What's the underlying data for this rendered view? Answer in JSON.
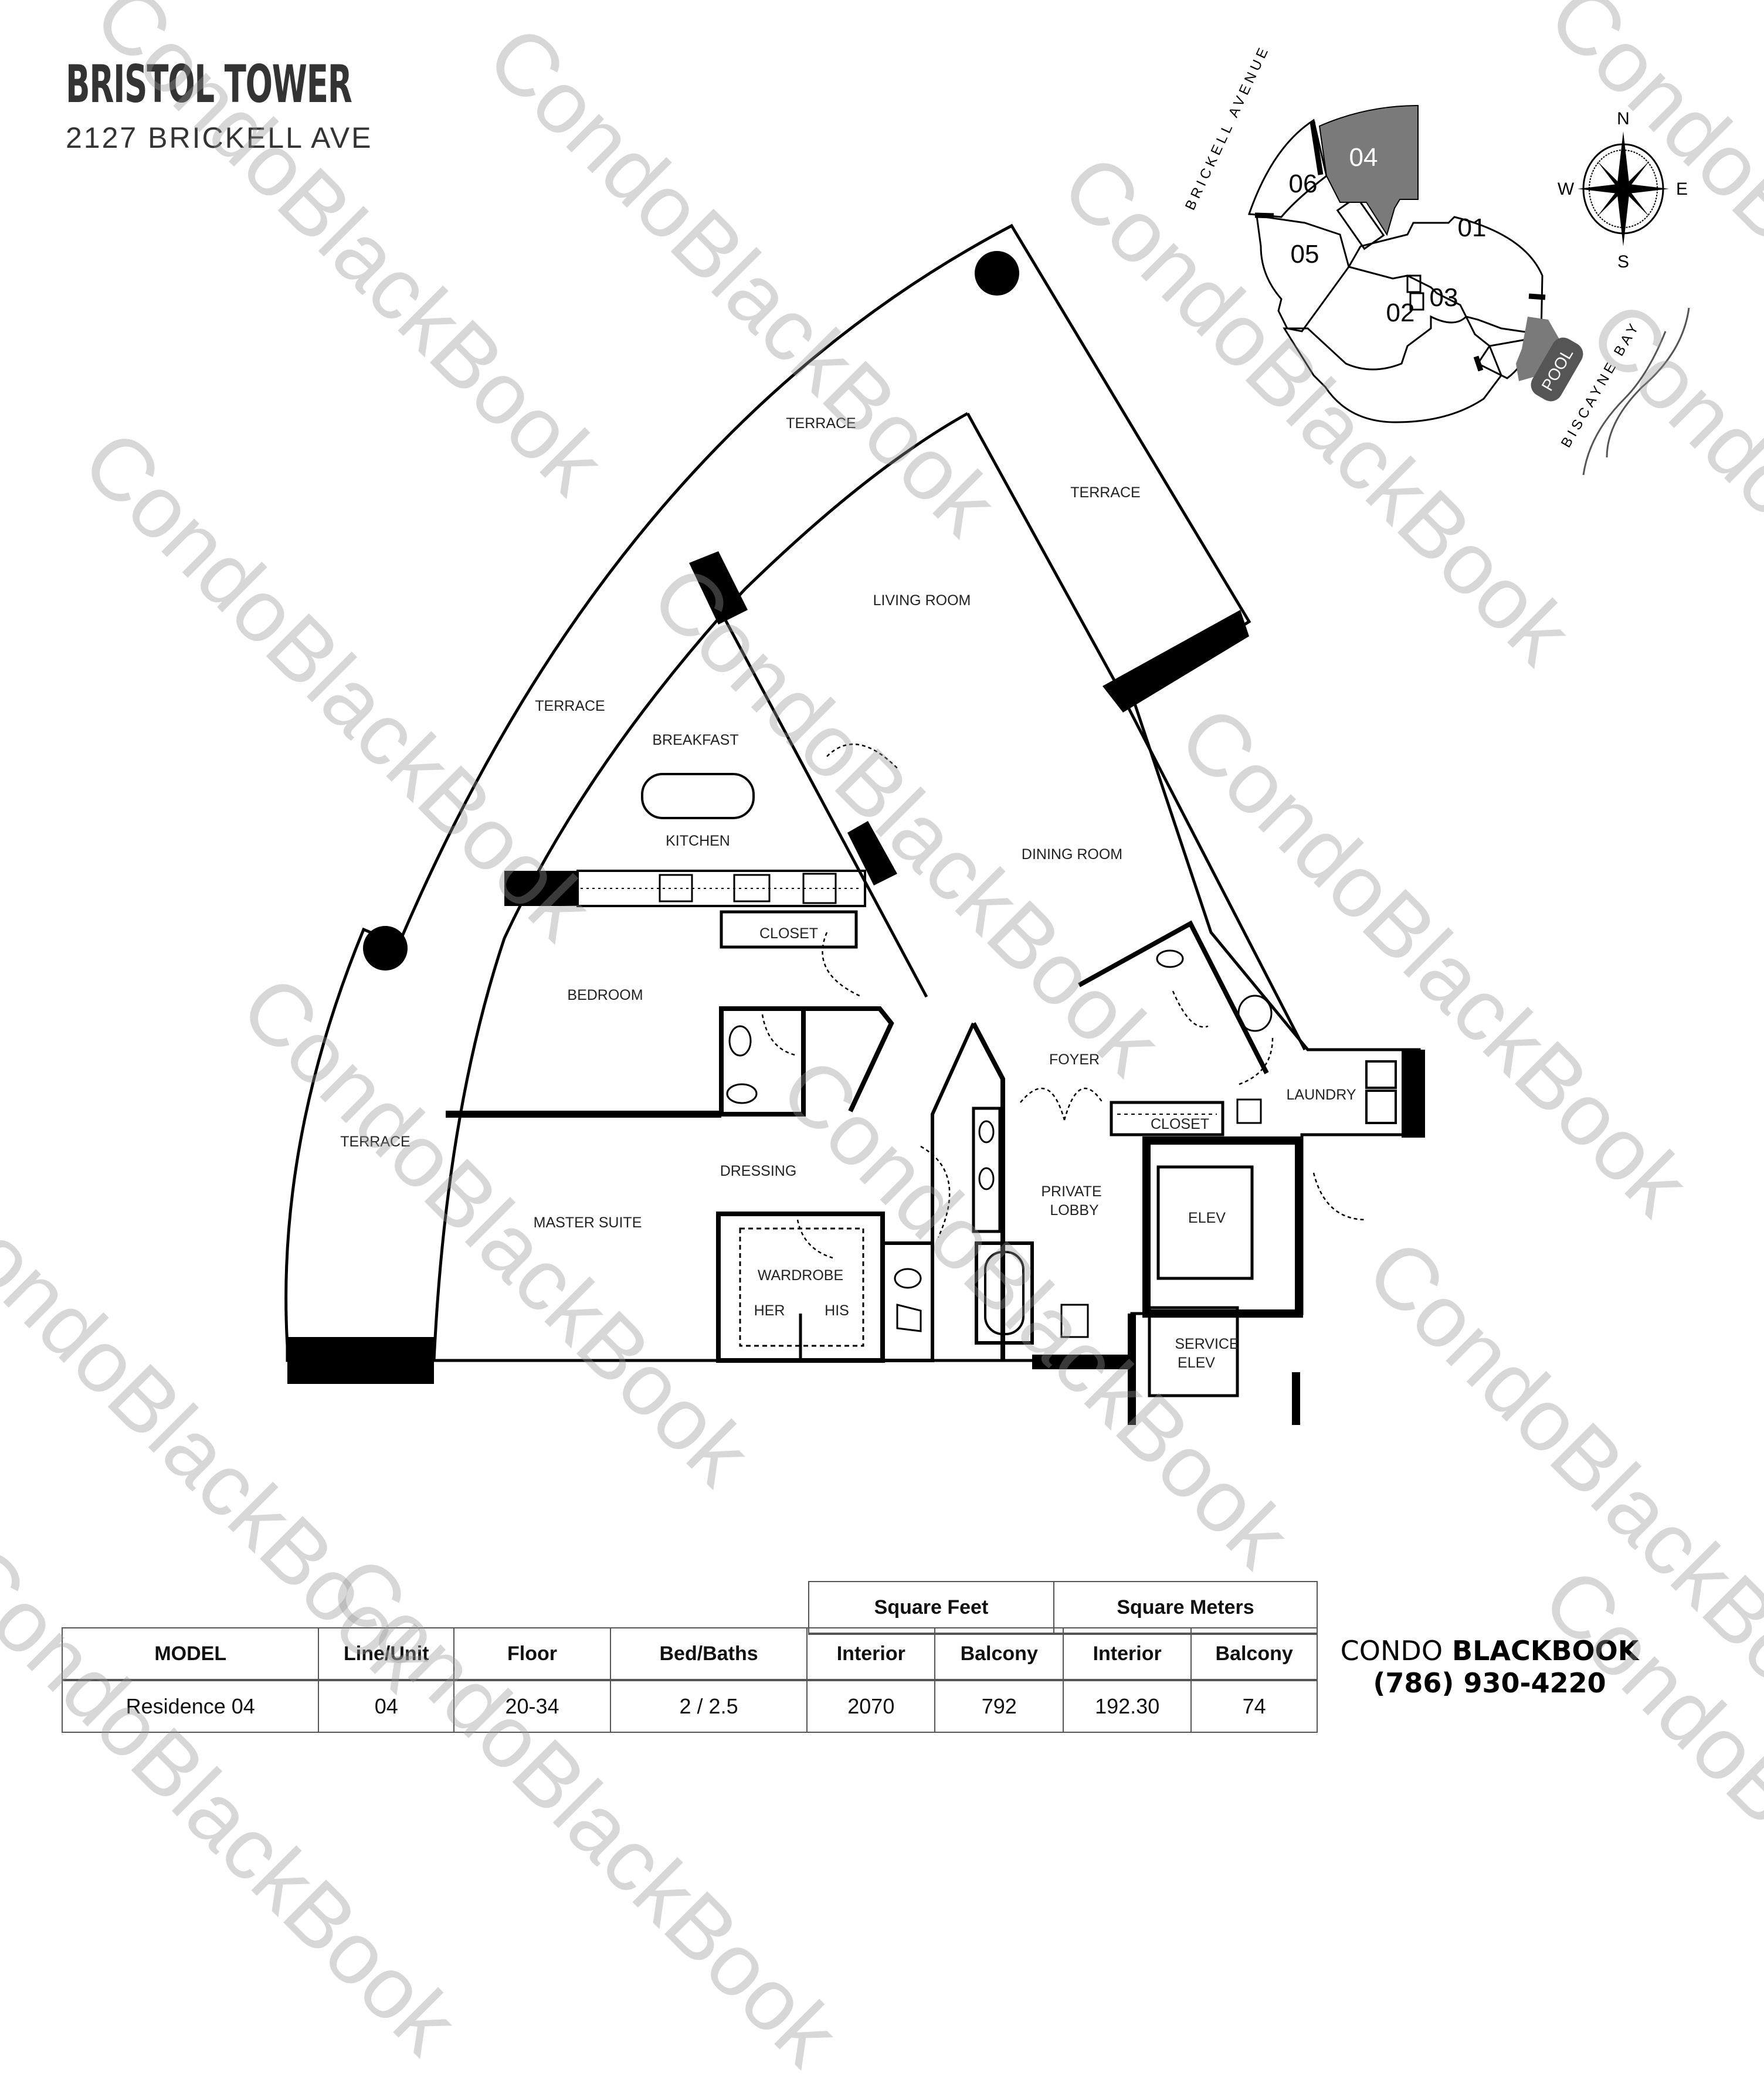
{
  "header": {
    "building_name": "BRISTOL TOWER",
    "address": "2127 BRICKELL AVE"
  },
  "key_plan": {
    "street_label": "BRICKELL AVENUE",
    "water_label": "BISCAYNE BAY",
    "pool_label": "POOL",
    "units": [
      "01",
      "02",
      "03",
      "04",
      "05",
      "06"
    ],
    "highlighted_unit": "04",
    "highlight_color": "#7a7a7a",
    "compass": {
      "north": "N",
      "south": "S",
      "east": "E",
      "west": "W"
    }
  },
  "floor_plan": {
    "rooms": {
      "terrace_top": "TERRACE",
      "terrace_right": "TERRACE",
      "terrace_left": "TERRACE",
      "terrace_bottom": "TERRACE",
      "living_room": "LIVING ROOM",
      "breakfast": "BREAKFAST",
      "kitchen": "KITCHEN",
      "dining_room": "DINING ROOM",
      "closet_kitchen": "CLOSET",
      "bedroom": "BEDROOM",
      "foyer": "FOYER",
      "laundry": "LAUNDRY",
      "closet_foyer": "CLOSET",
      "dressing": "DRESSING",
      "master_suite": "MASTER SUITE",
      "private_lobby_1": "PRIVATE",
      "private_lobby_2": "LOBBY",
      "elev": "ELEV",
      "wardrobe": "WARDROBE",
      "her": "HER",
      "his": "HIS",
      "service_elev_1": "SERVICE",
      "service_elev_2": "ELEV"
    }
  },
  "specs_table": {
    "group_headers": {
      "square_feet": "Square Feet",
      "square_meters": "Square Meters"
    },
    "columns": [
      "MODEL",
      "Line/Unit",
      "Floor",
      "Bed/Baths",
      "Interior",
      "Balcony",
      "Interior",
      "Balcony"
    ],
    "row": {
      "model": "Residence 04",
      "line_unit": "04",
      "floor": "20-34",
      "bed_baths": "2 / 2.5",
      "sqft_interior": "2070",
      "sqft_balcony": "792",
      "sqm_interior": "192.30",
      "sqm_balcony": "74"
    }
  },
  "brand": {
    "name_light": "CONDO",
    "name_bold": "BLACKBOOK",
    "phone": "(786) 930-4220"
  },
  "watermark": "CondoBlackBook"
}
